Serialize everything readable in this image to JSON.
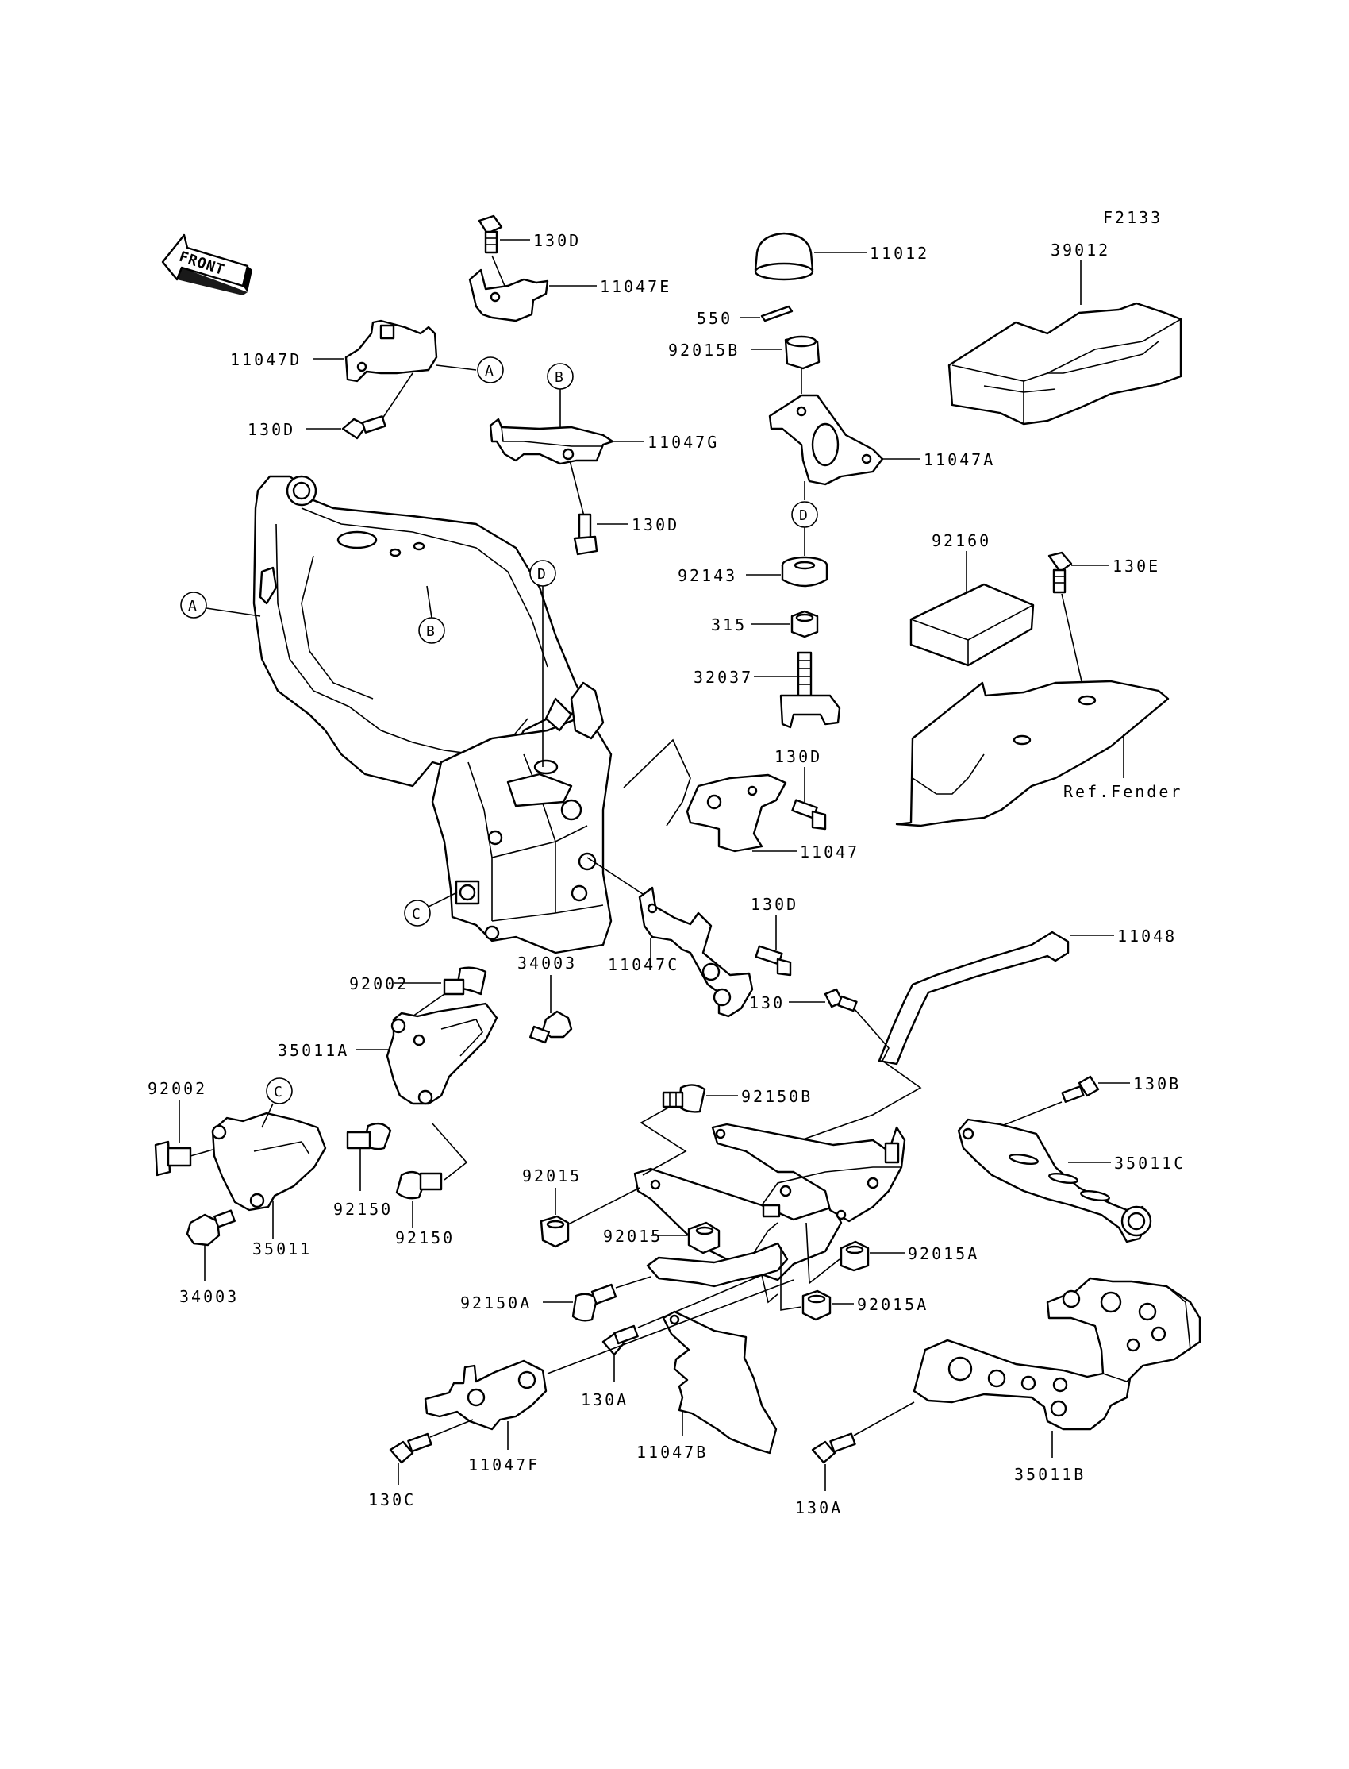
{
  "figure_code": "F2133",
  "front_label": "FRONT",
  "ref_label": "Ref.Fender",
  "callouts": {
    "130d_a": "130D",
    "11047e": "11047E",
    "11047d": "11047D",
    "130d_b": "130D",
    "11047g": "11047G",
    "130d_c": "130D",
    "11012": "11012",
    "550": "550",
    "92015b": "92015B",
    "11047a": "11047A",
    "92143": "92143",
    "315": "315",
    "32037": "32037",
    "130d_d": "130D",
    "11047": "11047",
    "130d_e": "130D",
    "11047c": "11047C",
    "39012": "39012",
    "92160": "92160",
    "130e": "130E",
    "11048": "11048",
    "130": "130",
    "92002_a": "92002",
    "34003_a": "34003",
    "35011a": "35011A",
    "92002_b": "92002",
    "92150_a": "92150",
    "92150_b": "92150",
    "35011": "35011",
    "34003_b": "34003",
    "92150b": "92150B",
    "92015": "92015",
    "92015_b": "92015",
    "92150a": "92150A",
    "130b": "130B",
    "35011c": "35011C",
    "92015a_a": "92015A",
    "92015a_b": "92015A",
    "130a_a": "130A",
    "11047b": "11047B",
    "11047f": "11047F",
    "130c": "130C",
    "130a_b": "130A",
    "35011b": "35011B"
  },
  "ref_markers": {
    "a1": "A",
    "a2": "A",
    "b1": "B",
    "b2": "B",
    "c1": "C",
    "c2": "C",
    "d1": "D",
    "d2": "D"
  }
}
